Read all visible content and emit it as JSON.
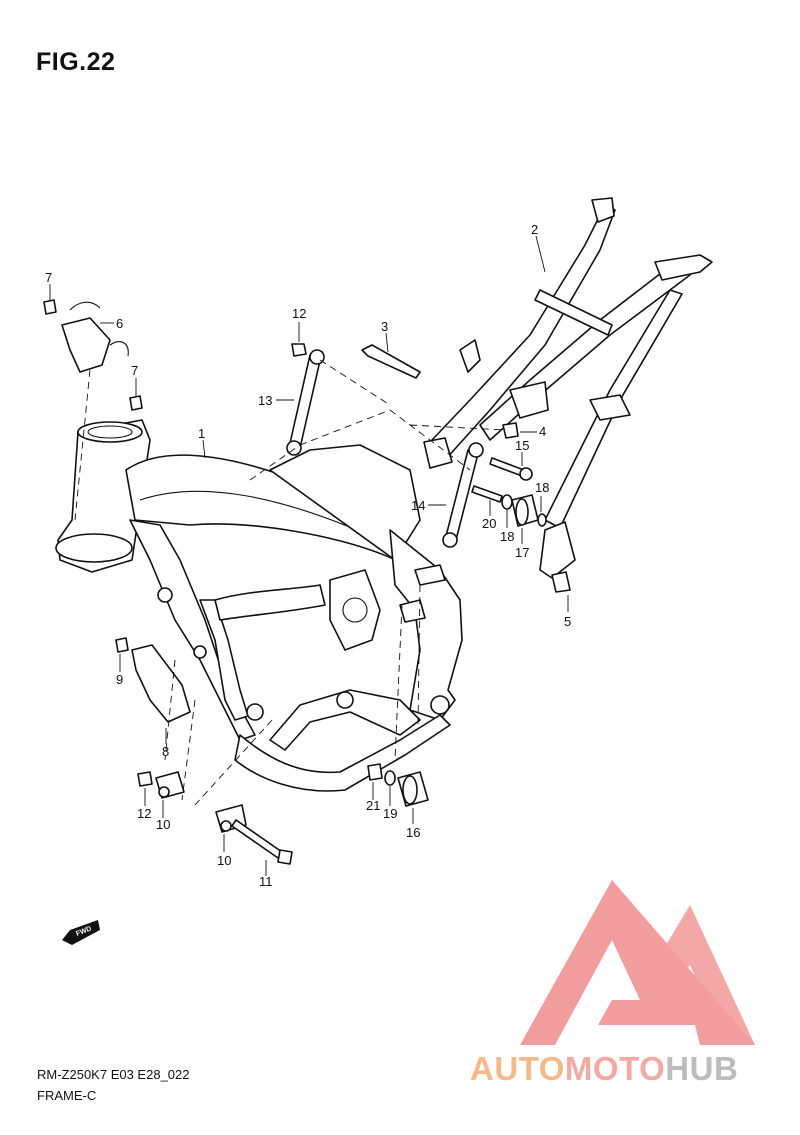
{
  "figure": {
    "title": "FIG.22"
  },
  "footer": {
    "model_code": "RM-Z250K7 E03 E28_022",
    "section_name": "FRAME-C"
  },
  "watermark": {
    "part1": "AUTO",
    "part2": "MOTO",
    "part3": "HUB",
    "logo": "triangle-m-logo",
    "colors": {
      "orange": "#f5b98a",
      "pink": "#f3a9a4",
      "gray": "#bcbcbc",
      "red": "#f08c8c"
    }
  },
  "fwd_badge": {
    "label": "FWD"
  },
  "callouts": [
    {
      "id": "c1",
      "number": "1"
    },
    {
      "id": "c2",
      "number": "2"
    },
    {
      "id": "c3",
      "number": "3"
    },
    {
      "id": "c4",
      "number": "4"
    },
    {
      "id": "c5",
      "number": "5"
    },
    {
      "id": "c6",
      "number": "6"
    },
    {
      "id": "c7a",
      "number": "7"
    },
    {
      "id": "c7b",
      "number": "7"
    },
    {
      "id": "c8",
      "number": "8"
    },
    {
      "id": "c9",
      "number": "9"
    },
    {
      "id": "c10a",
      "number": "10"
    },
    {
      "id": "c10b",
      "number": "10"
    },
    {
      "id": "c11",
      "number": "11"
    },
    {
      "id": "c12a",
      "number": "12"
    },
    {
      "id": "c12b",
      "number": "12"
    },
    {
      "id": "c13",
      "number": "13"
    },
    {
      "id": "c14",
      "number": "14"
    },
    {
      "id": "c15",
      "number": "15"
    },
    {
      "id": "c16",
      "number": "16"
    },
    {
      "id": "c17",
      "number": "17"
    },
    {
      "id": "c18a",
      "number": "18"
    },
    {
      "id": "c18b",
      "number": "18"
    },
    {
      "id": "c19",
      "number": "19"
    },
    {
      "id": "c20",
      "number": "20"
    },
    {
      "id": "c21",
      "number": "21"
    }
  ]
}
